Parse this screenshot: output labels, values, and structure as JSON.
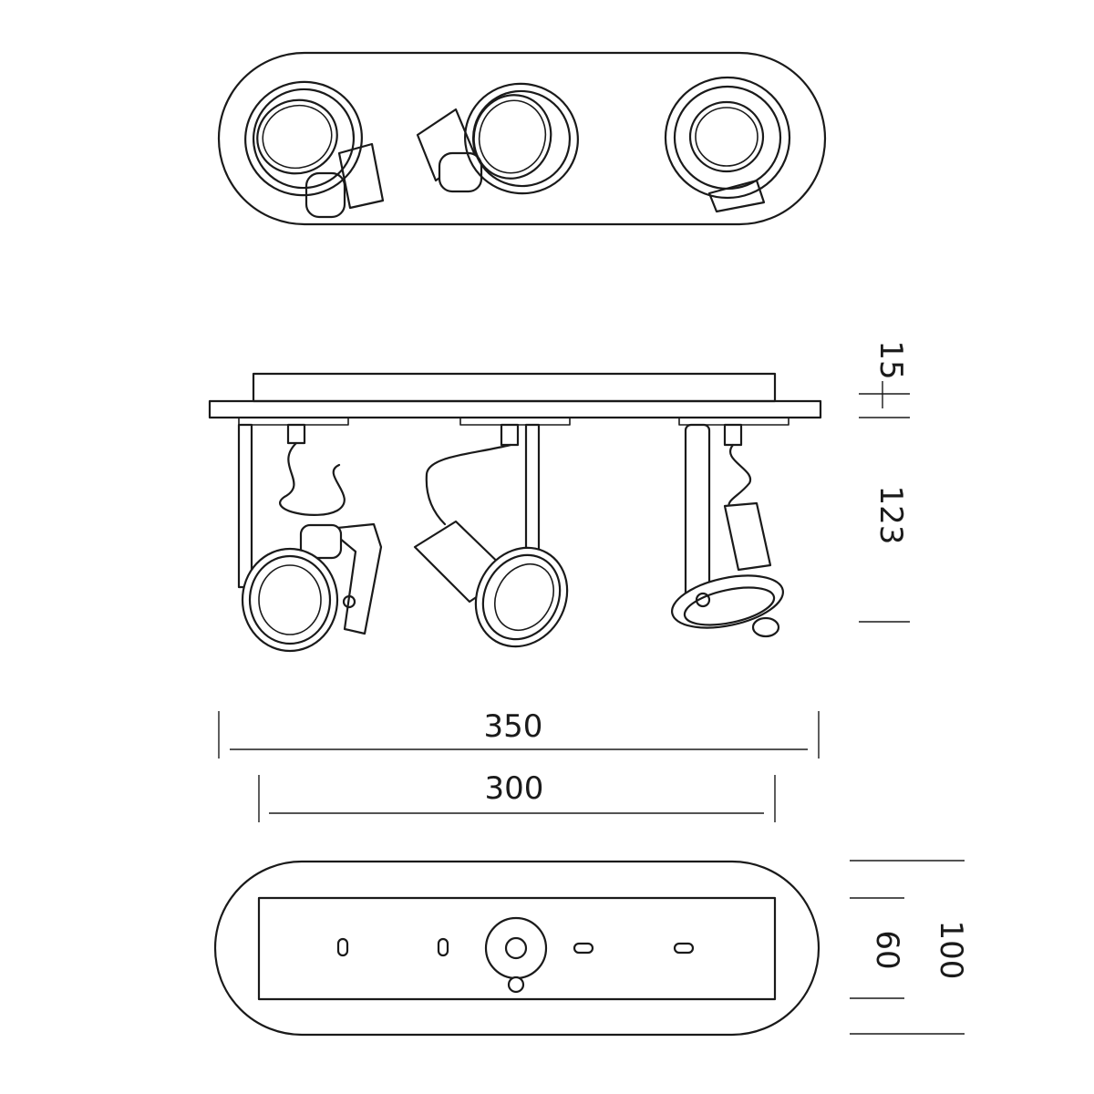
{
  "dimensions": {
    "overall_width": "350",
    "plate_width": "300",
    "plate_height": "15",
    "spot_height": "123",
    "inner_plate_depth": "60",
    "overall_depth": "100"
  },
  "colors": {
    "line": "#1a1a1a",
    "background": "#ffffff"
  }
}
